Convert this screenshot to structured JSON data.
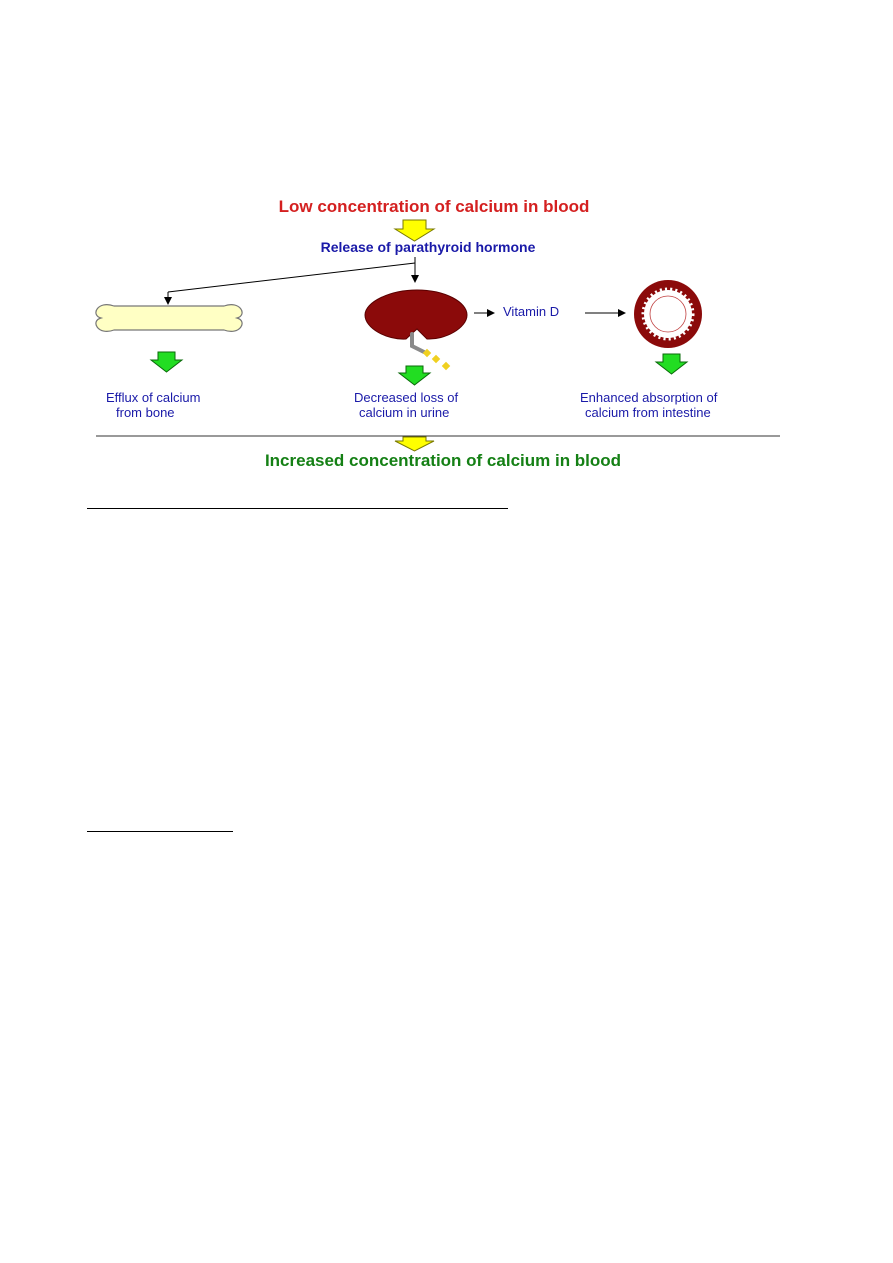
{
  "diagram": {
    "title_low": "Low concentration of calcium in blood",
    "title_release": "Release of parathyroid hormone",
    "vitamin_label": "Vitamin D",
    "bone_caption": {
      "line1": "Efflux of calcium",
      "line2": "from bone"
    },
    "kidney_caption": {
      "line1": "Decreased loss of",
      "line2": "calcium in urine"
    },
    "intestine_caption": {
      "line1": "Enhanced absorption of",
      "line2": "calcium from intestine"
    },
    "title_increased": "Increased concentration of calcium in blood"
  },
  "colors": {
    "low_title": "#d42020",
    "release_title": "#1a1aa8",
    "increased_title": "#158015",
    "caption_text": "#1a1aa8",
    "yellow_arrow": "#ffff00",
    "green_arrow": "#22dd22",
    "bone_fill": "#ffffc4",
    "kidney_fill": "#8b0a0a",
    "intestine_ring": "#8b0a0a",
    "calcium_dots": "#f0d020"
  },
  "icons": [
    "yellow-down-arrow-icon",
    "bone-icon",
    "kidney-icon",
    "intestine-icon",
    "green-down-arrow-icon"
  ]
}
